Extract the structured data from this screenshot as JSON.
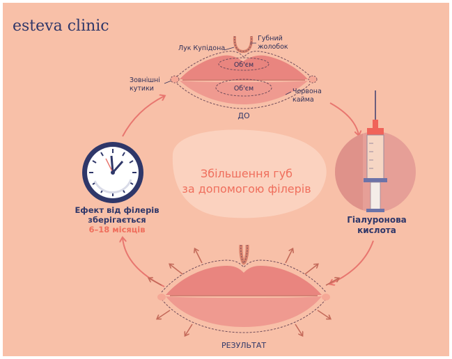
{
  "brand": "esteva clinic",
  "center_title": {
    "line1": "Збільшення губ",
    "line2": "за допомогою філерів"
  },
  "before": {
    "caption": "ДО",
    "cupid_bow": "Лук Купідона",
    "philtrum_line1": "Губний",
    "philtrum_line2": "жолобок",
    "corners_line1": "Зовнішні",
    "corners_line2": "кутики",
    "border_line1": "Червона",
    "border_line2": "кайма",
    "volume_upper": "Об'єм",
    "volume_lower": "Об'єм"
  },
  "product": {
    "line1": "Гіалуронова",
    "line2": "кислота"
  },
  "duration": {
    "line1": "Ефект від філерів",
    "line2": "зберігається",
    "months": "6–18 місяців"
  },
  "result": {
    "caption": "РЕЗУЛЬТАТ"
  },
  "colors": {
    "background": "#f8c0a8",
    "accent_arrow": "#e8766f",
    "text_navy": "#2f3769",
    "highlight": "#ef6e5c",
    "lip": "#e9857f",
    "blob": "#fbd2bf"
  }
}
